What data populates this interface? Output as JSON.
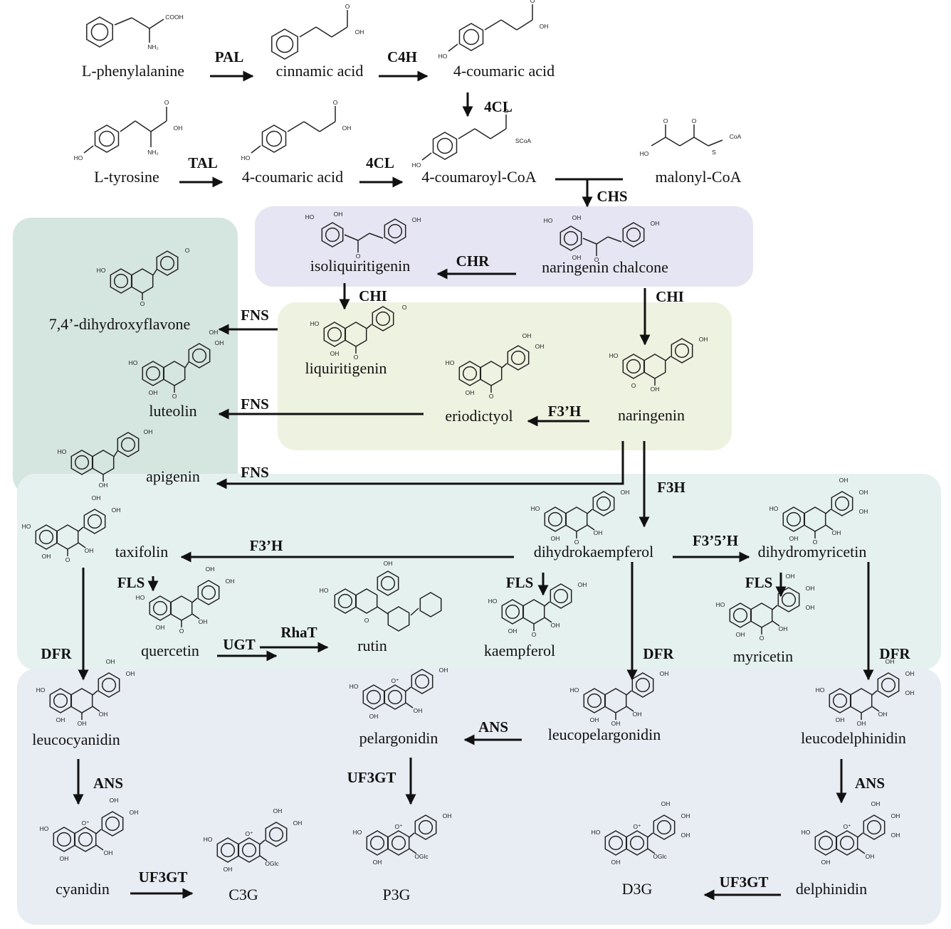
{
  "regions": [
    {
      "id": "chalcone",
      "color": "#e6e5f3"
    },
    {
      "id": "flavanone",
      "color": "#eef2e0"
    },
    {
      "id": "flavone",
      "color": "#d5e5df"
    },
    {
      "id": "dihydroflavonol",
      "color": "#e5f1ef"
    },
    {
      "id": "anthocyanin",
      "color": "#e8ecf3"
    }
  ],
  "compounds": [
    {
      "id": "l-phenylalanine",
      "label": "L-phenylalanine",
      "structure": "phenylalanine",
      "atoms": [
        "COOH",
        "NH₂"
      ]
    },
    {
      "id": "cinnamic-acid",
      "label": "cinnamic acid",
      "structure": "cinnamic",
      "atoms": [
        "O",
        "OH"
      ]
    },
    {
      "id": "4-coumaric-acid-a",
      "label": "4-coumaric acid",
      "structure": "coumaric",
      "atoms": [
        "HO",
        "O",
        "OH"
      ]
    },
    {
      "id": "l-tyrosine",
      "label": "L-tyrosine",
      "structure": "tyrosine",
      "atoms": [
        "HO",
        "NH₂",
        "O",
        "OH"
      ]
    },
    {
      "id": "4-coumaric-acid-b",
      "label": "4-coumaric acid",
      "structure": "coumaric",
      "atoms": [
        "HO",
        "O",
        "OH"
      ]
    },
    {
      "id": "4-coumaroyl-coa",
      "label": "4-coumaroyl-CoA",
      "structure": "coumaroyl",
      "atoms": [
        "HO",
        "O",
        "SCoA"
      ]
    },
    {
      "id": "malonyl-coa",
      "label": "malonyl-CoA",
      "structure": "malonyl",
      "atoms": [
        "HO",
        "O",
        "O",
        "S",
        "CoA"
      ]
    },
    {
      "id": "isoliquiritigenin",
      "label": "isoliquiritigenin",
      "structure": "chalcone",
      "atoms": [
        "HO",
        "OH",
        "O",
        "OH"
      ]
    },
    {
      "id": "naringenin-chalcone",
      "label": "naringenin chalcone",
      "structure": "chalcone",
      "atoms": [
        "HO",
        "OH",
        "OH",
        "O",
        "OH"
      ]
    },
    {
      "id": "dihydroxyflavone",
      "label": "7,4’-dihydroxyflavone",
      "structure": "flavone",
      "atoms": [
        "HO",
        "O",
        "OH",
        "O"
      ]
    },
    {
      "id": "luteolin",
      "label": "luteolin",
      "structure": "flavone",
      "atoms": [
        "HO",
        "OH",
        "OH",
        "OH",
        "O"
      ]
    },
    {
      "id": "apigenin",
      "label": "apigenin",
      "structure": "flavone",
      "atoms": [
        "HO",
        "OH",
        "O",
        "OH"
      ]
    },
    {
      "id": "liquiritigenin",
      "label": "liquiritigenin",
      "structure": "flavanone",
      "atoms": [
        "HO",
        "O",
        "OH",
        "O"
      ]
    },
    {
      "id": "eriodictyol",
      "label": "eriodictyol",
      "structure": "flavanone",
      "atoms": [
        "HO",
        "OH",
        "OH",
        "OH",
        "O"
      ]
    },
    {
      "id": "naringenin",
      "label": "naringenin",
      "structure": "flavanone",
      "atoms": [
        "HO",
        "OH",
        "O",
        "OH"
      ]
    },
    {
      "id": "taxifolin",
      "label": "taxifolin",
      "structure": "dihydroflavonol",
      "atoms": [
        "HO",
        "OH",
        "OH",
        "OH",
        "OH",
        "O"
      ]
    },
    {
      "id": "dihydrokaempferol",
      "label": "dihydrokaempferol",
      "structure": "dihydroflavonol",
      "atoms": [
        "HO",
        "OH",
        "OH",
        "OH",
        "O"
      ]
    },
    {
      "id": "dihydromyricetin",
      "label": "dihydromyricetin",
      "structure": "dihydroflavonol",
      "atoms": [
        "HO",
        "OH",
        "OH",
        "OH",
        "OH",
        "OH",
        "O"
      ]
    },
    {
      "id": "quercetin",
      "label": "quercetin",
      "structure": "flavonol",
      "atoms": [
        "HO",
        "OH",
        "OH",
        "OH",
        "OH",
        "O"
      ]
    },
    {
      "id": "rutin",
      "label": "rutin",
      "structure": "rutin",
      "atoms": [
        "HO",
        "OH",
        "OH",
        "OH",
        "O"
      ]
    },
    {
      "id": "kaempferol",
      "label": "kaempferol",
      "structure": "flavonol",
      "atoms": [
        "HO",
        "OH",
        "OH",
        "OH",
        "O"
      ]
    },
    {
      "id": "myricetin",
      "label": "myricetin",
      "structure": "flavonol",
      "atoms": [
        "HO",
        "OH",
        "OH",
        "OH",
        "OH",
        "OH",
        "O"
      ]
    },
    {
      "id": "leucocyanidin",
      "label": "leucocyanidin",
      "structure": "leuco",
      "atoms": [
        "HO",
        "OH",
        "OH",
        "OH",
        "OH",
        "OH"
      ]
    },
    {
      "id": "pelargonidin",
      "label": "pelargonidin",
      "structure": "anthocyanidin",
      "atoms": [
        "HO",
        "O⁺",
        "OH",
        "OH",
        "OH"
      ]
    },
    {
      "id": "leucopelargonidin",
      "label": "leucopelargonidin",
      "structure": "leuco",
      "atoms": [
        "HO",
        "OH",
        "OH",
        "OH",
        "OH"
      ]
    },
    {
      "id": "leucodelphinidin",
      "label": "leucodelphinidin",
      "structure": "leuco",
      "atoms": [
        "HO",
        "OH",
        "OH",
        "OH",
        "OH",
        "OH",
        "OH"
      ]
    },
    {
      "id": "cyanidin",
      "label": "cyanidin",
      "structure": "anthocyanidin",
      "atoms": [
        "HO",
        "O⁺",
        "OH",
        "OH",
        "OH",
        "OH"
      ]
    },
    {
      "id": "c3g",
      "label": "C3G",
      "structure": "anthocyanidin",
      "atoms": [
        "HO",
        "O⁺",
        "OH",
        "OH",
        "OGlc",
        "OH"
      ]
    },
    {
      "id": "p3g",
      "label": "P3G",
      "structure": "anthocyanidin",
      "atoms": [
        "HO",
        "O⁺",
        "OH",
        "OGlc",
        "OH"
      ]
    },
    {
      "id": "d3g",
      "label": "D3G",
      "structure": "anthocyanidin",
      "atoms": [
        "HO",
        "O⁺",
        "OH",
        "OH",
        "OH",
        "OGlc",
        "OH"
      ]
    },
    {
      "id": "delphinidin",
      "label": "delphinidin",
      "structure": "anthocyanidin",
      "atoms": [
        "HO",
        "O⁺",
        "OH",
        "OH",
        "OH",
        "OH",
        "OH"
      ]
    }
  ],
  "reactions": [
    {
      "from": "l-phenylalanine",
      "to": "cinnamic-acid",
      "enzyme": "PAL"
    },
    {
      "from": "cinnamic-acid",
      "to": "4-coumaric-acid-a",
      "enzyme": "C4H"
    },
    {
      "from": "4-coumaric-acid-a",
      "to": "4-coumaroyl-coa",
      "enzyme": "4CL"
    },
    {
      "from": "l-tyrosine",
      "to": "4-coumaric-acid-b",
      "enzyme": "TAL"
    },
    {
      "from": "4-coumaric-acid-b",
      "to": "4-coumaroyl-coa",
      "enzyme": "4CL"
    },
    {
      "from": "4-coumaroyl-coa + malonyl-coa",
      "to": "naringenin-chalcone",
      "enzyme": "CHS"
    },
    {
      "from": "naringenin-chalcone",
      "to": "isoliquiritigenin",
      "enzyme": "CHR"
    },
    {
      "from": "isoliquiritigenin",
      "to": "liquiritigenin",
      "enzyme": "CHI"
    },
    {
      "from": "naringenin-chalcone",
      "to": "naringenin",
      "enzyme": "CHI"
    },
    {
      "from": "liquiritigenin",
      "to": "dihydroxyflavone",
      "enzyme": "FNS"
    },
    {
      "from": "eriodictyol",
      "to": "luteolin",
      "enzyme": "FNS"
    },
    {
      "from": "naringenin",
      "to": "apigenin",
      "enzyme": "FNS"
    },
    {
      "from": "naringenin",
      "to": "eriodictyol",
      "enzyme": "F3’H"
    },
    {
      "from": "naringenin",
      "to": "dihydrokaempferol",
      "enzyme": "F3H"
    },
    {
      "from": "dihydrokaempferol",
      "to": "taxifolin",
      "enzyme": "F3’H"
    },
    {
      "from": "dihydrokaempferol",
      "to": "dihydromyricetin",
      "enzyme": "F3’5’H"
    },
    {
      "from": "taxifolin",
      "to": "quercetin",
      "enzyme": "FLS"
    },
    {
      "from": "dihydrokaempferol",
      "to": "kaempferol",
      "enzyme": "FLS"
    },
    {
      "from": "dihydromyricetin",
      "to": "myricetin",
      "enzyme": "FLS"
    },
    {
      "from": "quercetin",
      "to": "rutin",
      "enzyme": "UGT",
      "enzyme2": "RhaT"
    },
    {
      "from": "taxifolin",
      "to": "leucocyanidin",
      "enzyme": "DFR"
    },
    {
      "from": "dihydrokaempferol",
      "to": "leucopelargonidin",
      "enzyme": "DFR"
    },
    {
      "from": "dihydromyricetin",
      "to": "leucodelphinidin",
      "enzyme": "DFR"
    },
    {
      "from": "leucocyanidin",
      "to": "cyanidin",
      "enzyme": "ANS"
    },
    {
      "from": "leucopelargonidin",
      "to": "pelargonidin",
      "enzyme": "ANS"
    },
    {
      "from": "leucodelphinidin",
      "to": "delphinidin",
      "enzyme": "ANS"
    },
    {
      "from": "cyanidin",
      "to": "c3g",
      "enzyme": "UF3GT"
    },
    {
      "from": "pelargonidin",
      "to": "p3g",
      "enzyme": "UF3GT"
    },
    {
      "from": "delphinidin",
      "to": "d3g",
      "enzyme": "UF3GT"
    }
  ]
}
